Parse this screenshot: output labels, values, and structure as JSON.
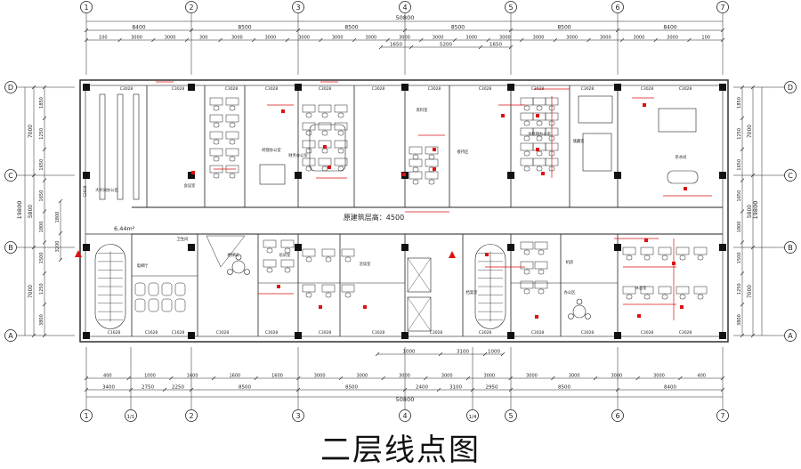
{
  "title": "二层线点图",
  "overall_dims": {
    "top": "50800",
    "bottom": "50800",
    "left": "19800",
    "right": "19800"
  },
  "grid": {
    "cols_top": [
      "1",
      "2",
      "3",
      "4",
      "5",
      "6",
      "7"
    ],
    "cols_bottom": [
      "1",
      "1/1",
      "2",
      "3",
      "4",
      "1/4",
      "5",
      "6",
      "7"
    ],
    "rows": [
      "D",
      "C",
      "B",
      "A"
    ]
  },
  "dims": {
    "top_main": [
      "8400",
      "8500",
      "8500",
      "8500",
      "8500",
      "8400"
    ],
    "top_sub": [
      "100",
      "3000",
      "3000",
      "300",
      "3000",
      "3000",
      "3000",
      "3000",
      "3000",
      "3000",
      "3000",
      "3000",
      "3000",
      "3000",
      "3000",
      "3000",
      "3000",
      "3000",
      "100"
    ],
    "top_mid": [
      "1650",
      "5200",
      "1650"
    ],
    "bottom_sub": [
      "400",
      "1000",
      "1600",
      "1600",
      "1600",
      "3000",
      "3000",
      "3000",
      "3000",
      "3000",
      "3000",
      "3000",
      "3000",
      "3000",
      "400"
    ],
    "bottom_mid": [
      "3400",
      "2750",
      "2250",
      "8500",
      "8500",
      "2400",
      "3100",
      "2950",
      "8500",
      "8400"
    ],
    "bottom_extra": [
      "1000",
      "3100",
      "1000"
    ],
    "left_v": [
      "7000",
      "5800",
      "7000"
    ],
    "left_sub": [
      "1850",
      "1250",
      "1650",
      "1650",
      "1800",
      "1500",
      "1250",
      "3800"
    ],
    "left_misc": [
      "1800",
      "3200",
      "1650"
    ]
  },
  "labels": {
    "corridor": "原建筑层高：4500",
    "area": "6.44m²",
    "window": "C3028",
    "window_b": "C1628",
    "window_side": "C2628"
  },
  "room_labels": [
    "大开间办公区",
    "会议室",
    "经理办公室",
    "财务办公室",
    "资料室",
    "接待区",
    "总经理办公室",
    "储藏室",
    "茶水间",
    "卫生间",
    "电梯厅",
    "楼梯间",
    "培训室",
    "洽谈室",
    "档案室",
    "机房",
    "休息室",
    "办公区"
  ],
  "colors": {
    "line": "#222222",
    "red": "#dd1111",
    "fill": "#111111"
  }
}
